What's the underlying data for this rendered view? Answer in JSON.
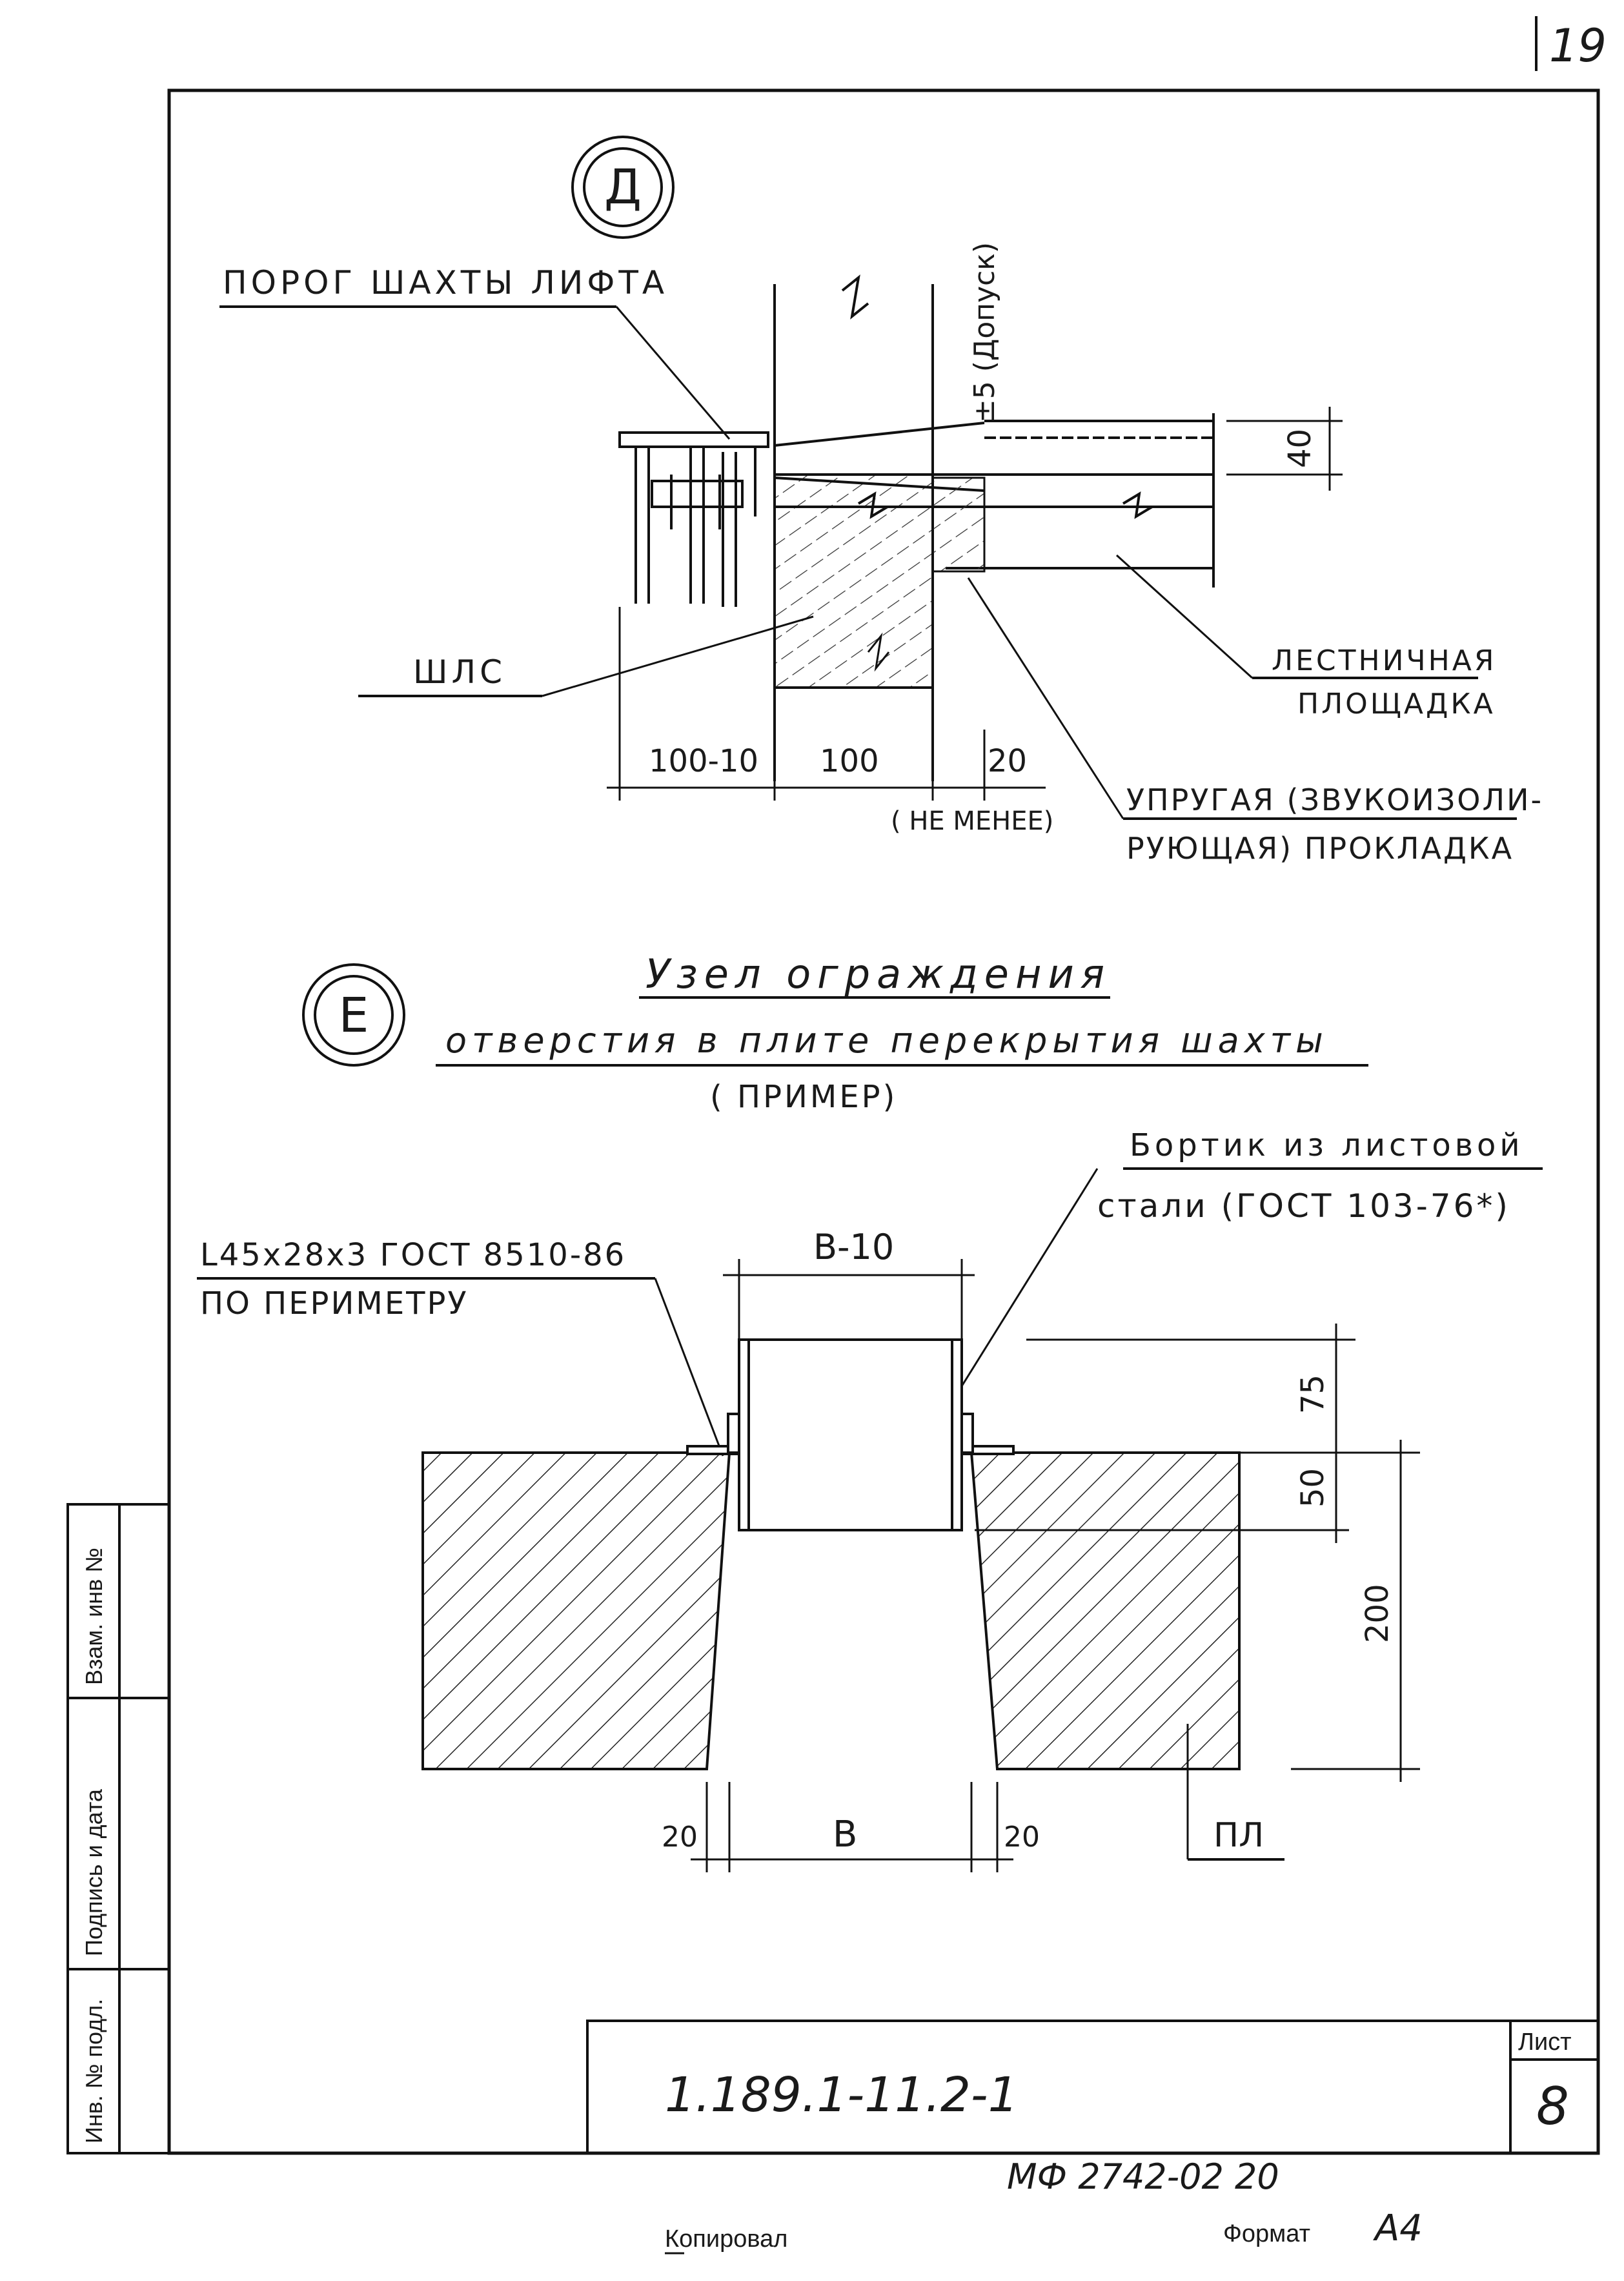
{
  "page_number": "19",
  "detail_d": {
    "marker": "Д",
    "label_threshold": "ПОРОГ ШАХТЫ ЛИФТА",
    "label_tolerance": "±5 (Допуск)",
    "label_shaft": "ШЛС",
    "label_landing_1": "ЛЕСТНИЧНАЯ",
    "label_landing_2": "ПЛОЩАДКА",
    "label_gasket_1": "УПРУГАЯ (ЗВУКОИЗОЛИ-",
    "label_gasket_2": "РУЮЩАЯ) ПРОКЛАДКА",
    "dim_40": "40",
    "dim_100_10": "100-10",
    "dim_100": "100",
    "dim_20": "20",
    "dim_min": "( НЕ МЕНЕЕ)"
  },
  "detail_e": {
    "marker": "Е",
    "title_1": "Узел ограждения",
    "title_2": "отверстия в плите перекрытия шахты",
    "title_3": "( ПРИМЕР)",
    "label_edge_1": "Бортик из листовой",
    "label_edge_2": "стали (ГОСТ 103-76*)",
    "label_angle_1": "L45x28x3 ГОСТ 8510-86",
    "label_angle_2": "ПО ПЕРИМЕТРУ",
    "dim_b_minus": "В-10",
    "dim_75": "75",
    "dim_50": "50",
    "dim_200": "200",
    "dim_20_left": "20",
    "dim_b": "В",
    "dim_20_right": "20",
    "label_slab": "ПЛ"
  },
  "side_stamp": {
    "col1": "Взам. инв №",
    "col2": "Подпись и дата",
    "col3": "Инв. № подл."
  },
  "title_block": {
    "code": "1.189.1-11.2-1",
    "sheet_label": "Лист",
    "sheet_number": "8"
  },
  "footer": {
    "archive": "МФ 2742-02 20",
    "copied": "Копировал",
    "format_label": "Формат",
    "format_value": "А4"
  }
}
